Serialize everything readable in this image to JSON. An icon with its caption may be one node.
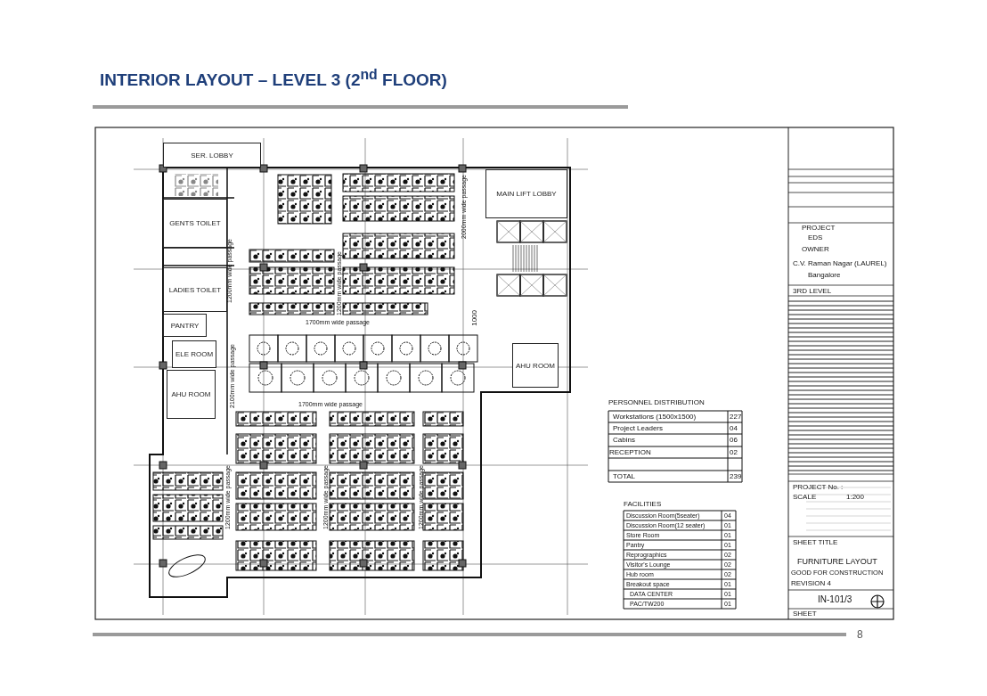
{
  "diagram": {
    "title": "INTERIOR LAYOUT – LEVEL 3 (2$^{nd}$ FLOOR)",
    "nodes": [
      {
        "text": [
          "SER. LOBBY"
        ]
      },
      {
        "text": [
          "GENTS TOILET"
        ]
      },
      {
        "text": [
          "LADIES TOILET"
        ]
      },
      {
        "text": [
          "PANTRY"
        ]
      },
      {
        "text": [
          "ELE ROOM"
        ]
      },
      {
        "text": [
          "AHU ROOM"
        ]
      },
      {
        "text": [
          "MAIN LIFT LOBBY"
        ]
      },
      {
        "text": [
          "AHU ROOM"
        ]
      }
    ],
    "labels": [
      "1200mm wide passage",
      "1200mm wide passage",
      "2000mm wide passage",
      "1700mm wide passage",
      "1000",
      "2100mm wide passage",
      "1700mm wide passage",
      "1200mm wide passage",
      "1200mm wide passage",
      "1200mm wide passage",
      "PERSONNEL DISTRIBUTION",
      "Workstations (1500x1500)",
      "227",
      "Project Leaders",
      "04",
      "Cabins",
      "06",
      "RECEPTION",
      "02",
      "TOTAL",
      "239",
      "FACILITIES",
      "Discussion Room(5seater)",
      "04",
      "Discussion Room(12 seater)",
      "01",
      "Store Room",
      "01",
      "Pantry",
      "01",
      "Reprographics",
      "02",
      "Visitor's Lounge",
      "02",
      "Hub room",
      "02",
      "Breakout space",
      "01",
      "DATA CENTER",
      "01",
      "PAC/TW200",
      "01",
      "PROJECT",
      "EDS",
      "OWNER",
      "C.V. Raman Nagar (LAUREL)",
      "Bangalore",
      "3RD LEVEL",
      "PROJECT No. :",
      "SCALE",
      "1:200",
      "SHEET TITLE",
      "FURNITURE LAYOUT",
      "GOOD FOR CONSTRUCTION",
      "REVISION 4",
      "IN-101/3",
      "SHEET",
      "8"
    ]
  }
}
